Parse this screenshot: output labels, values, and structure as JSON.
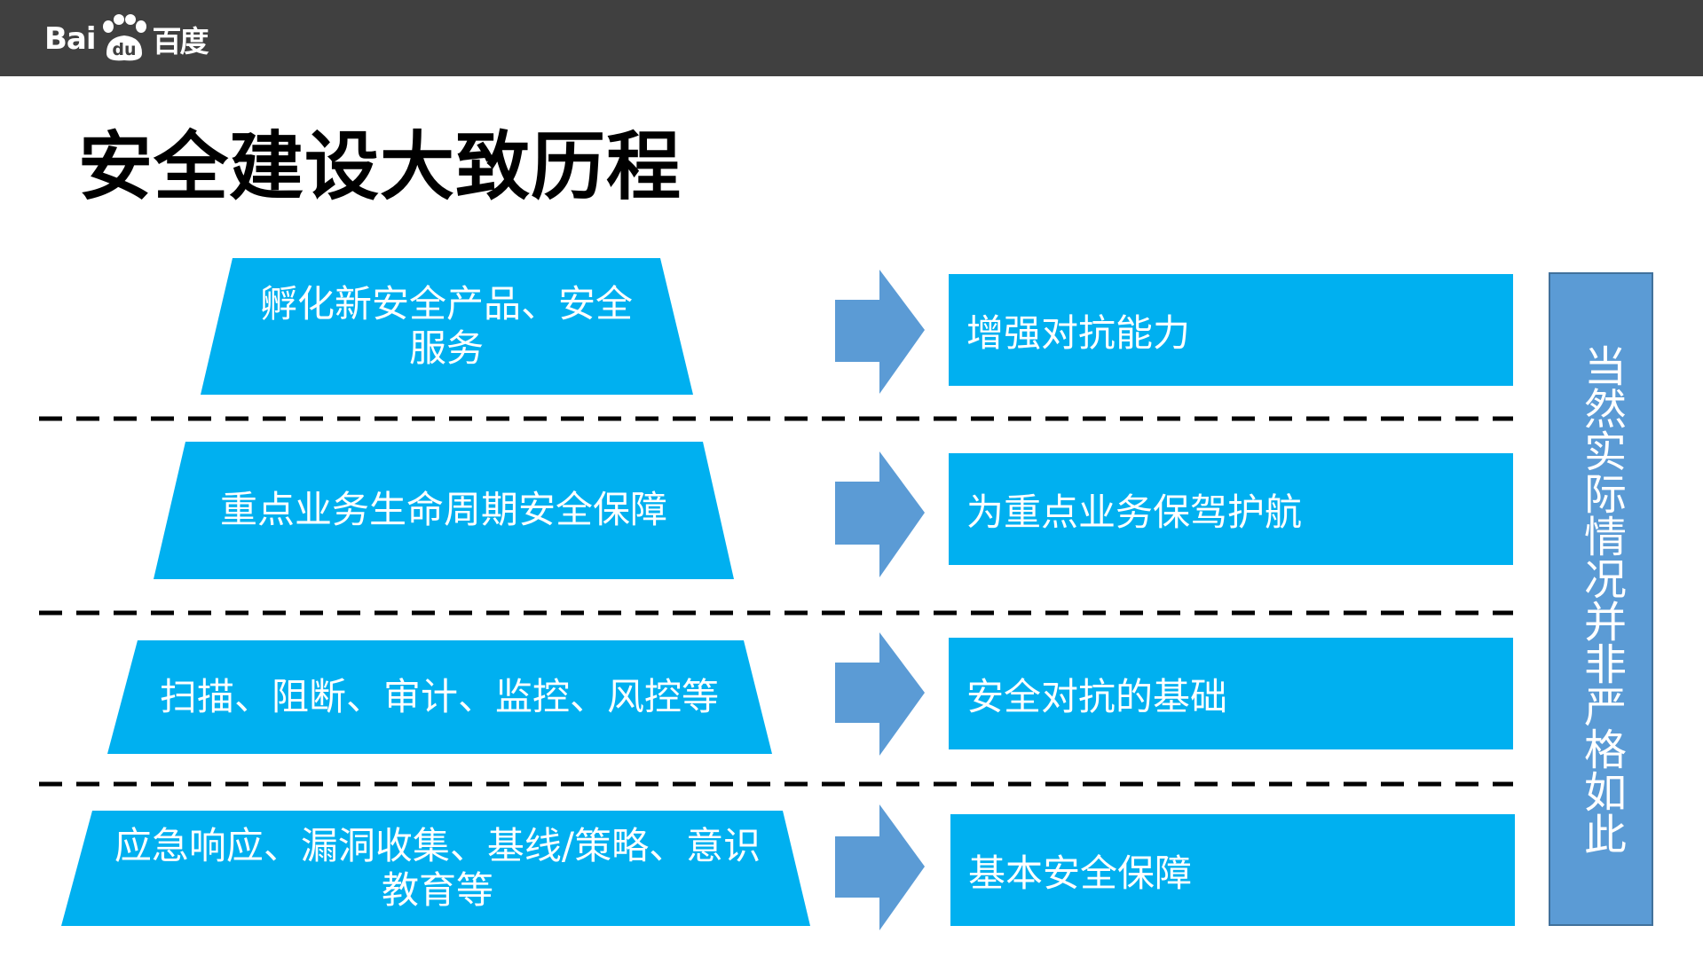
{
  "header": {
    "logo_text_latin": "Bai",
    "logo_text_paw": "du",
    "logo_text_cn": "百度"
  },
  "title": "安全建设大致历程",
  "levels": [
    {
      "left_text": "孵化新安全产品、安全\n服务",
      "right_text": "增强对抗能力"
    },
    {
      "left_text": "重点业务生命周期安全保障",
      "right_text": "为重点业务保驾护航"
    },
    {
      "left_text": "扫描、阻断、审计、监控、风控等",
      "right_text": "安全对抗的基础"
    },
    {
      "left_text": "应急响应、漏洞收集、基线/策略、意识\n教育等",
      "right_text": "基本安全保障"
    }
  ],
  "side_note": "当然实际情况并非严格如此",
  "colors": {
    "header_bg": "#404040",
    "box_blue": "#00b0f0",
    "arrow_blue": "#5b9bd5",
    "side_box": "#5b9bd5"
  }
}
